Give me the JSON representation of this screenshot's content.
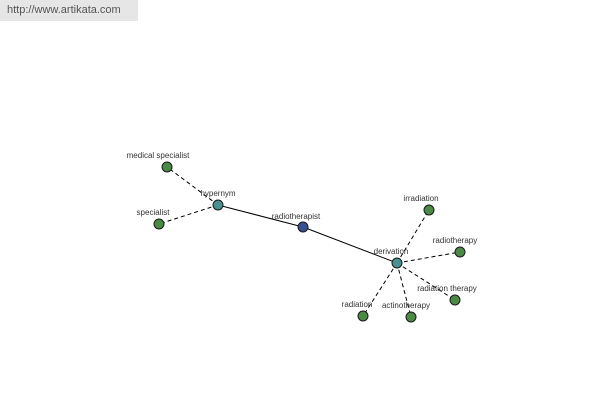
{
  "header": {
    "url": "http://www.artikata.com"
  },
  "graph": {
    "nodes": {
      "center": {
        "label": "radiotherapist",
        "role": "center",
        "color": "#3a4f8f"
      },
      "hypernym": {
        "label": "hypernym",
        "role": "relation",
        "color": "#4a9090"
      },
      "derivation": {
        "label": "derivation",
        "role": "relation",
        "color": "#4a9090"
      },
      "medical_specialist": {
        "label": "medical specialist",
        "role": "term",
        "color": "#4a8a45"
      },
      "specialist": {
        "label": "specialist",
        "role": "term",
        "color": "#4a8a45"
      },
      "irradiation": {
        "label": "irradiation",
        "role": "term",
        "color": "#4a8a45"
      },
      "radiotherapy": {
        "label": "radiotherapy",
        "role": "term",
        "color": "#4a8a45"
      },
      "radiation_therapy": {
        "label": "radiation therapy",
        "role": "term",
        "color": "#4a8a45"
      },
      "radiation": {
        "label": "radiation",
        "role": "term",
        "color": "#4a8a45"
      },
      "actinotherapy": {
        "label": "actinotherapy",
        "role": "term",
        "color": "#4a8a45"
      }
    },
    "edges": [
      {
        "from": "center",
        "to": "hypernym",
        "style": "solid"
      },
      {
        "from": "center",
        "to": "derivation",
        "style": "solid"
      },
      {
        "from": "hypernym",
        "to": "medical_specialist",
        "style": "dashed"
      },
      {
        "from": "hypernym",
        "to": "specialist",
        "style": "dashed"
      },
      {
        "from": "derivation",
        "to": "irradiation",
        "style": "dashed"
      },
      {
        "from": "derivation",
        "to": "radiotherapy",
        "style": "dashed"
      },
      {
        "from": "derivation",
        "to": "radiation_therapy",
        "style": "dashed"
      },
      {
        "from": "derivation",
        "to": "radiation",
        "style": "dashed"
      },
      {
        "from": "derivation",
        "to": "actinotherapy",
        "style": "dashed"
      }
    ]
  }
}
